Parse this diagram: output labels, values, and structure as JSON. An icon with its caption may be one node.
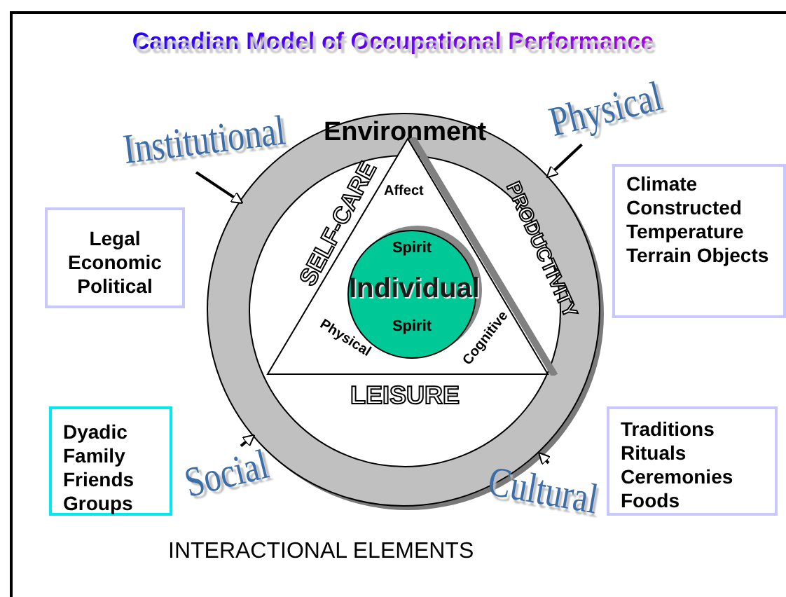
{
  "diagram": {
    "title": "Canadian Model of Occupational Performance",
    "nodes": [
      {
        "text": [
          "Environment"
        ]
      },
      {
        "text": [
          "Affect",
          "Physical",
          "Cognitive"
        ],
        "in": 0
      },
      {
        "text": [
          "Spirit",
          "Individual",
          "Spirit"
        ],
        "in": 1
      },
      {
        "text": [
          "Institutional"
        ]
      },
      {
        "text": [
          "Physical"
        ]
      },
      {
        "text": [
          "Social"
        ]
      },
      {
        "text": [
          "Cultural"
        ]
      },
      {
        "text": [
          "Legal Economic Political"
        ]
      },
      {
        "text": [
          "Climate Constructed Temperature Terrain Objects"
        ]
      },
      {
        "text": [
          "Dyadic Family Friends Groups"
        ]
      },
      {
        "text": [
          "Traditions Rituals Ceremonies Foods"
        ]
      }
    ],
    "edges": [
      {
        "from": 3,
        "to": 0,
        "arrow": "to"
      },
      {
        "from": 4,
        "to": 0,
        "arrow": "to"
      },
      {
        "from": 5,
        "to": 0,
        "arrow": "to"
      },
      {
        "from": 6,
        "to": 0,
        "arrow": "to"
      }
    ],
    "labels": [
      "SELF-CARE",
      "PRODUCTIVITY",
      "LEISURE",
      "INTERACTIONAL ELEMENTS"
    ]
  }
}
